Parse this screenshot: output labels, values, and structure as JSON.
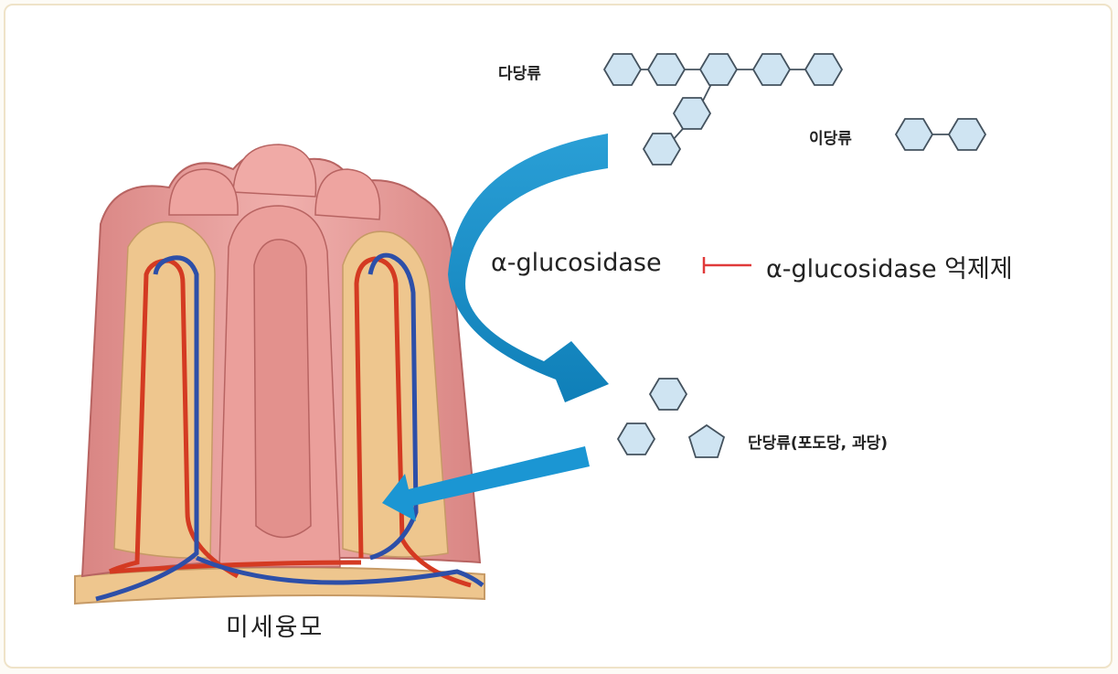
{
  "labels": {
    "polysaccharide": "다당류",
    "disaccharide": "이당류",
    "enzyme": "α-glucosidase",
    "inhibitor": "α-glucosidase 억제제",
    "monosaccharide": "단당류(포도당, 과당)",
    "villus": "미세융모"
  },
  "colors": {
    "hexagon_fill": "#cfe4f2",
    "hexagon_stroke": "#44525e",
    "arrow": "#1e93cb",
    "inhibit": "#e03a3a",
    "villus_pink": "#e89a98",
    "villus_tissue": "#eec68e",
    "artery": "#d43a22",
    "vein": "#2d4fa8"
  }
}
